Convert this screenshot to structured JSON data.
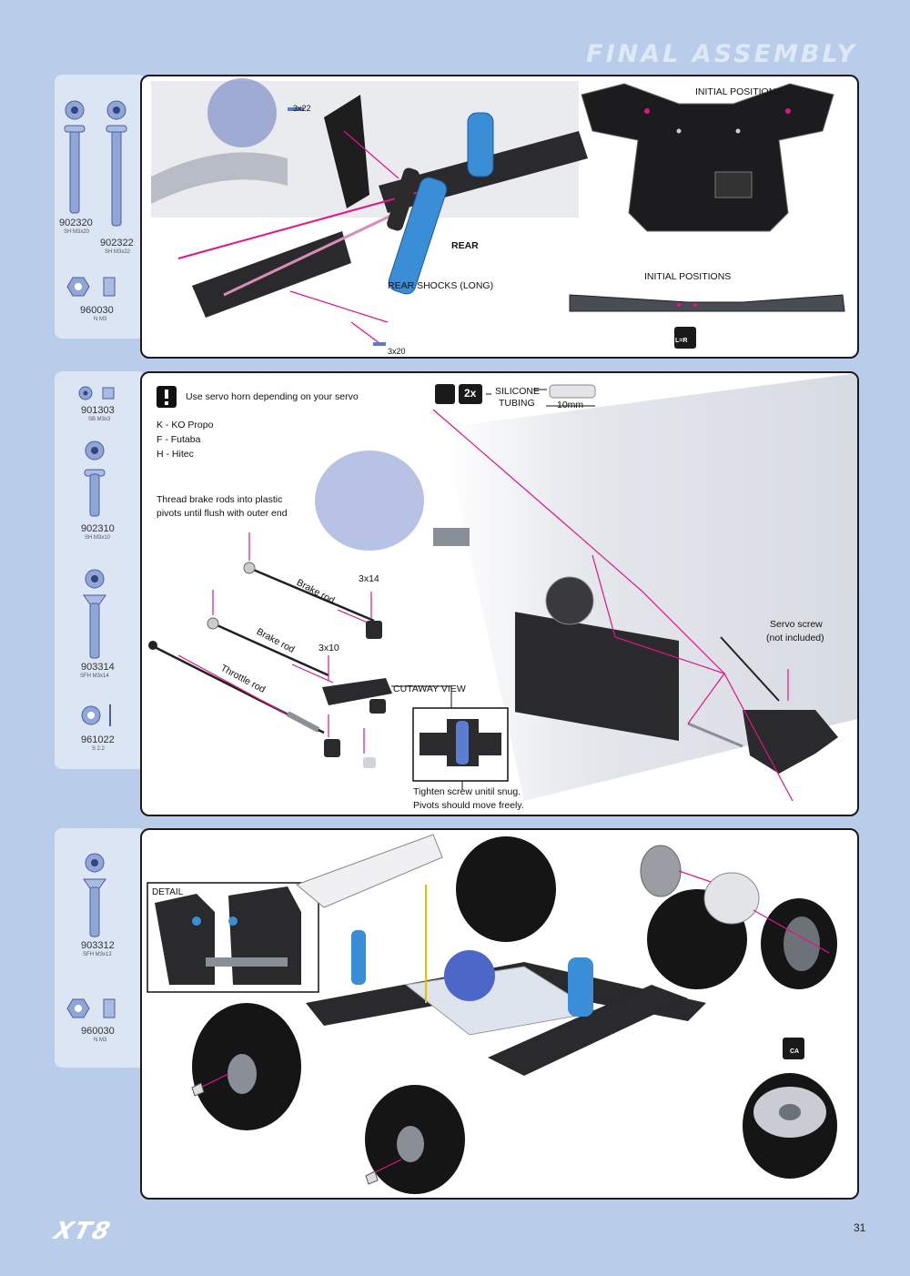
{
  "header": {
    "title": "FINAL ASSEMBLY"
  },
  "footer": {
    "logo": "XT8",
    "page_number": "31"
  },
  "step1": {
    "parts": [
      {
        "number": "902320",
        "desc": "SH M3x20"
      },
      {
        "number": "902322",
        "desc": "SH M3x22"
      },
      {
        "number": "960030",
        "desc": "N M3"
      }
    ],
    "labels": {
      "screw_3x22": "3x22",
      "rear": "REAR",
      "rear_shocks": "REAR SHOCKS (LONG)",
      "screw_3x20": "3x20",
      "initial_positions_top": "INITIAL POSITIONS",
      "initial_positions_bottom": "INITIAL POSITIONS",
      "lr_badge": "L=R"
    }
  },
  "step2": {
    "parts": [
      {
        "number": "901303",
        "desc": "SB M3x3"
      },
      {
        "number": "902310",
        "desc": "SH M3x10"
      },
      {
        "number": "903314",
        "desc": "SFH M3x14"
      },
      {
        "number": "961022",
        "desc": "S 2.2"
      }
    ],
    "labels": {
      "warning": "Use servo horn depending on your servo",
      "ko": "K - KO Propo",
      "futaba": "F - Futaba",
      "hitec": "H - Hitec",
      "thread_1": "Thread brake rods into plastic",
      "thread_2": "pivots until flush with outer end",
      "brake_rod_1": "Brake rod",
      "brake_rod_2": "Brake rod",
      "throttle_rod": "Throttle rod",
      "screw_3x14": "3x14",
      "screw_3x10": "3x10",
      "cutaway": "CUTAWAY VIEW",
      "tighten_1": "Tighten screw unitil snug.",
      "tighten_2": "Pivots should move freely.",
      "count": "2x",
      "silicone_1": "SILICONE",
      "silicone_2": "TUBING",
      "tubing_len": "10mm",
      "servo_screw_1": "Servo screw",
      "servo_screw_2": "(not included)"
    }
  },
  "step3": {
    "parts": [
      {
        "number": "903312",
        "desc": "SFH M3x12"
      },
      {
        "number": "960030",
        "desc": "N M3"
      }
    ],
    "labels": {
      "detail": "DETAIL",
      "ca": "CA"
    }
  },
  "colors": {
    "accent": "#e0158a",
    "shock_blue": "#3a8ed8",
    "part_blue": "#8fa6d8",
    "frame": "#1a1a1a"
  }
}
